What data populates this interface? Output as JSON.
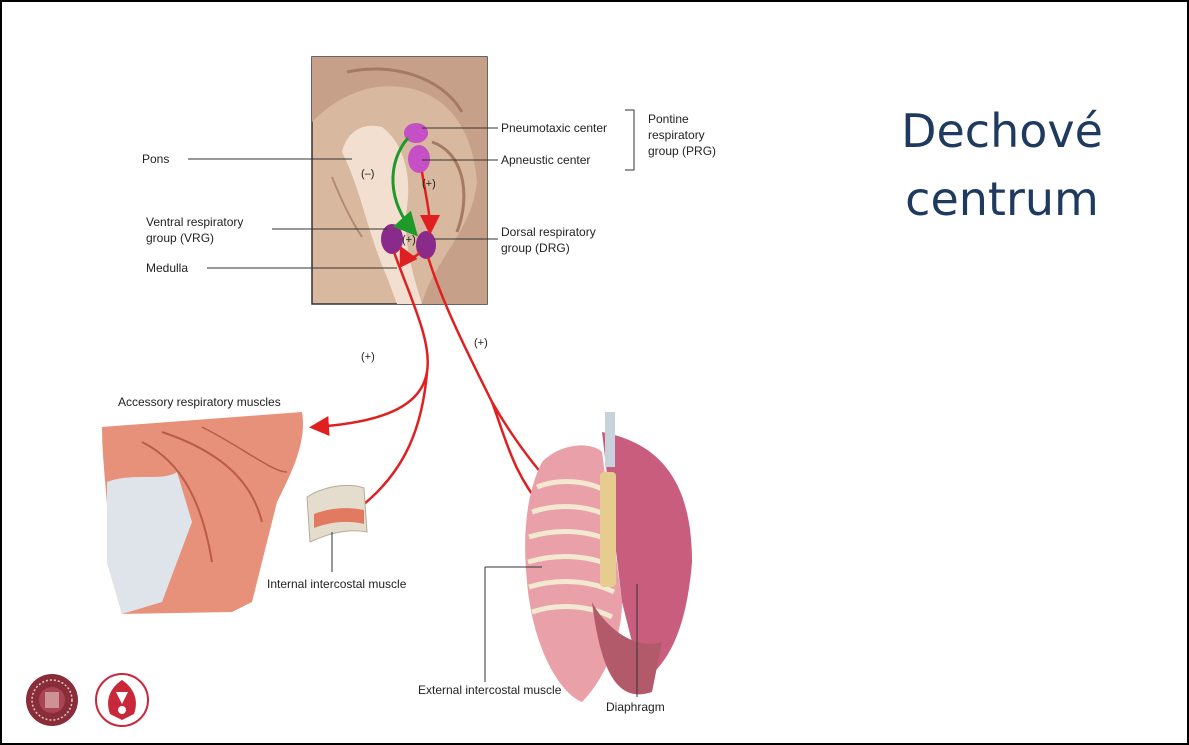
{
  "slide": {
    "title_line1": "Dechové",
    "title_line2": "centrum"
  },
  "diagram": {
    "labels": {
      "pons": "Pons",
      "vrg": "Ventral respiratory group (VRG)",
      "vrg_line1": "Ventral respiratory",
      "vrg_line2": "group (VRG)",
      "medulla": "Medulla",
      "pneumotaxic": "Pneumotaxic center",
      "apneustic": "Apneustic center",
      "prg_line1": "Pontine",
      "prg_line2": "respiratory",
      "prg_line3": "group (PRG)",
      "drg_line1": "Dorsal respiratory",
      "drg_line2": "group (DRG)",
      "minus": "(–)",
      "plus_apneustic": "(+)",
      "plus_drg": "(+)",
      "plus_left": "(+)",
      "plus_right": "(+)",
      "accessory": "Accessory respiratory muscles",
      "internal_intercostal": "Internal intercostal muscle",
      "external_intercostal": "External intercostal muscle",
      "diaphragm": "Diaphragm"
    },
    "colors": {
      "inhibitory_arrow": "#1e9a2a",
      "excitatory_arrow": "#e02020",
      "pontine_centers": "#c54fc4",
      "medullary_groups": "#8a2a8a",
      "muscle": "#d9705a",
      "title": "#1f3a5f"
    }
  },
  "logos": {
    "left": "charles-university-seal",
    "right": "faculty-emblem"
  }
}
